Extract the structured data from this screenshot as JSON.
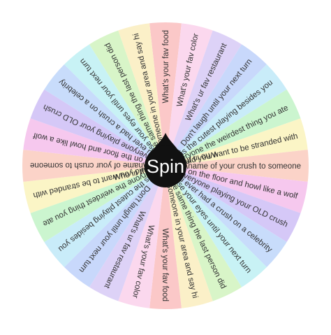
{
  "wheel": {
    "spin_label": "Spin",
    "segments": [
      {
        "label": "What's your fav food",
        "color": "#fbc8c8"
      },
      {
        "label": "What's your fav color",
        "color": "#fbd8ee"
      },
      {
        "label": "What's ur fav restaurant",
        "color": "#ddd2f7"
      },
      {
        "label": "Don't laugh until your next turn",
        "color": "#c8d8fb"
      },
      {
        "label": "Who is the cutest playing besides you",
        "color": "#c9ecf9"
      },
      {
        "label": "Tell everyone the weirdest thing you ate",
        "color": "#cbf5cf"
      },
      {
        "label": "Who in the group would you want to be stranded with",
        "color": "#fbf5c6"
      },
      {
        "label": "Whisper the name of your crush to someone",
        "color": "#fbd3c8"
      },
      {
        "label": "lay on the floor and howl like a wolf",
        "color": "#f6c8ee"
      },
      {
        "label": "Tell everyone playing your OLD crush",
        "color": "#d5c8f7"
      },
      {
        "label": "Have you ever had a crush on a celebrity",
        "color": "#c8dcfb"
      },
      {
        "label": "Close your eyes until your next turn",
        "color": "#c8f2f5"
      },
      {
        "label": "Do the same thing the last person did",
        "color": "#d8f5c8"
      },
      {
        "label": "Go up to someone in your area and say hi",
        "color": "#fbf0c8"
      },
      {
        "label": "What's your fav food",
        "color": "#fbc8c8"
      },
      {
        "label": "What's your fav color",
        "color": "#fbd8ee"
      },
      {
        "label": "What's ur fav restaurant",
        "color": "#ddd2f7"
      },
      {
        "label": "Don't laugh until your next turn",
        "color": "#c8d8fb"
      },
      {
        "label": "Who is the cutest playing besides you",
        "color": "#c9ecf9"
      },
      {
        "label": "Tell everyone the weirdest thing you ate",
        "color": "#cbf5cf"
      },
      {
        "label": "Who in the group would you want to be stranded with",
        "color": "#fbf5c6"
      },
      {
        "label": "Whisper the name of your crush to someone",
        "color": "#fbd3c8"
      },
      {
        "label": "lay on the floor and howl like a wolf",
        "color": "#f6c8ee"
      },
      {
        "label": "Tell everyone playing your OLD crush",
        "color": "#d5c8f7"
      },
      {
        "label": "Have you ever had a crush on a celebrity",
        "color": "#c8dcfb"
      },
      {
        "label": "Close your eyes until your next turn",
        "color": "#c8f2f5"
      },
      {
        "label": "Do the same thing the last person did",
        "color": "#d8f5c8"
      },
      {
        "label": "Go up to someone in your area and say hi",
        "color": "#fbf0c8"
      }
    ],
    "hub_color": "#111111",
    "pointer": "spin-pointer-icon"
  }
}
